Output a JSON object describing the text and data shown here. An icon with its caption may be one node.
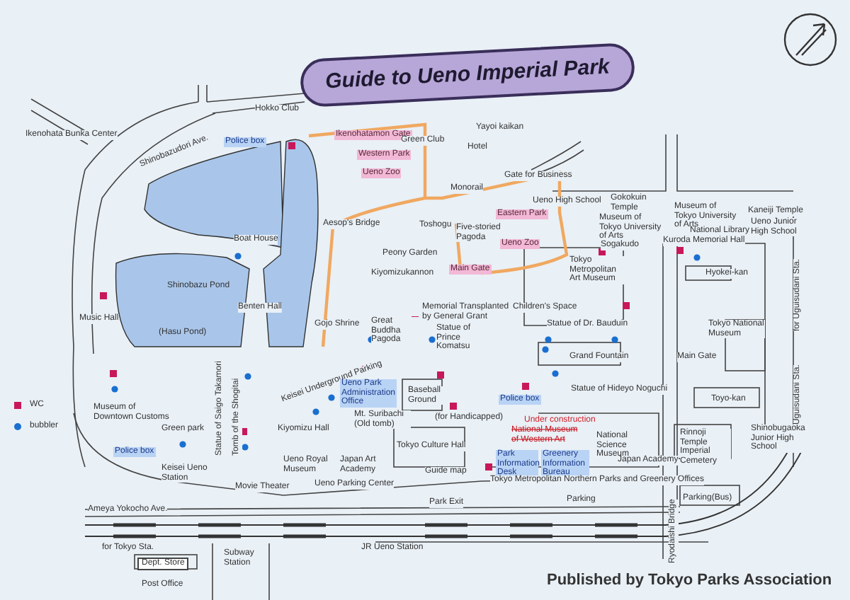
{
  "diagram": {
    "title": "Guide to Ueno Imperial Park",
    "labels": [
      "Hokko Club",
      "Ikenohata Bunka Center",
      "Shinobazudori Ave.",
      "Police box",
      "Boat House",
      "Shinobazu Pond",
      "Benten Hall",
      "Music Hall",
      "(Hasu Pond)",
      "Ikenohatamon Gate",
      "Western Park",
      "Ueno Zoo",
      "Green Club",
      "Yayoi kaikan",
      "Hotel",
      "Gate for Business",
      "Monorail",
      "Aesop's Bridge",
      "Toshogu",
      "Eastern Park",
      "Five-storied Pagoda",
      "Ueno Zoo",
      "Main Gate",
      "Peony Garden",
      "Kiyomizukannon",
      "Memorial Transplanted by General Grant",
      "Children's Space",
      "Gojo Shrine",
      "Great Buddha Pagoda",
      "Statue of Prince Komatsu",
      "Statue of Dr. Bauduin",
      "Ueno High School",
      "Gokokuin Temple",
      "Museum of Tokyo University of Arts",
      "Museum of Tokyo University of Arts",
      "Kaneiji Temple",
      "National Library",
      "Ueno Junior High School",
      "Sogakudo",
      "Kuroda Memorial Hall",
      "Tokyo Metropolitan Art Museum",
      "Hyokei-kan",
      "Tokyo National Museum",
      "for Uguisudani Sta.",
      "Grand Fountain",
      "Main Gate",
      "Statue of Hideyo Noguchi",
      "Toyo-kan",
      "Under construction",
      "National Museum of Western Art",
      "National Science Museum",
      "Park Information Desk",
      "Greenery Information Bureau",
      "Japan Academy",
      "Rinnoji Temple Imperial Cemetery",
      "Shinobugaoka Junior High School",
      "Uguisudani Sta.",
      "Tokyo Metropolitan Northern Parks and Greenery Offices",
      "Parking",
      "Parking(Bus)",
      "Ryodaishi Bridge",
      "Published by Tokyo Parks Association",
      "Keisei Underground Parking",
      "Ueno Park Administration Office",
      "Baseball Ground",
      "Police box",
      "(for Handicapped)",
      "Mt. Suribachi (Old tomb)",
      "Kiyomizu Hall",
      "Tokyo Culture Hall",
      "Ueno Royal Museum",
      "Japan Art Academy",
      "Guide map",
      "Ueno Parking Center",
      "Park Exit",
      "JR Ueno Station",
      "Museum of Downtown Customs",
      "Police box",
      "Green park",
      "Statue of Saigo Takamori",
      "Tomb of the Shogitai",
      "Keisei Ueno Station",
      "Movie Theater",
      "Ameya Yokocho Ave.",
      "for Tokyo Sta.",
      "Dept. Store",
      "Post Office",
      "Subway Station"
    ],
    "legend": [
      {
        "text": "WC",
        "color": "#c8185a"
      },
      {
        "text": "bubbler",
        "color": "#1a6fd0"
      }
    ]
  }
}
